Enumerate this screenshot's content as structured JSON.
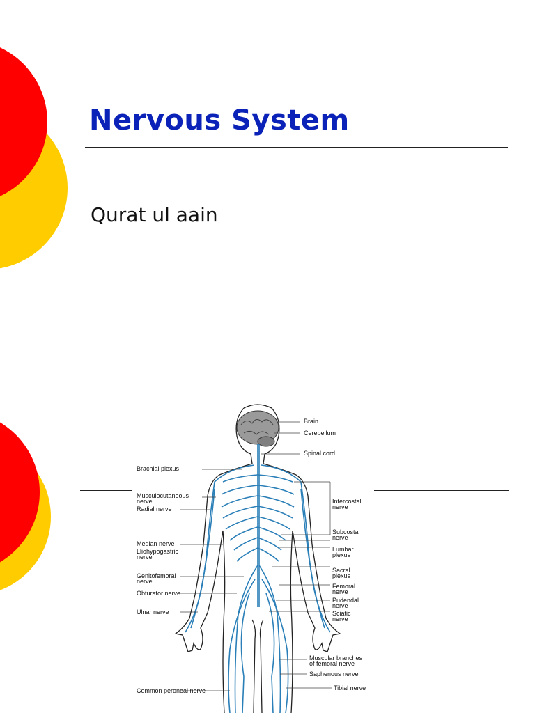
{
  "slide1": {
    "title": "Nervous System",
    "subtitle": "Qurat ul aain"
  },
  "colors": {
    "title": "#0b22b8",
    "circle_red": "#ff0000",
    "circle_yellow": "#ffcc00",
    "nerve": "#2a7fb8"
  },
  "figure": {
    "labels_left": {
      "brachial_plexus": "Brachial plexus",
      "musculocutaneous_1": "Musculocutaneous",
      "musculocutaneous_2": "nerve",
      "radial": "Radial nerve",
      "median": "Median nerve",
      "iliohypogastric_1": "Lliohypogastric",
      "iliohypogastric_2": "nerve",
      "genitofemoral_1": "Genitofemoral",
      "genitofemoral_2": "nerve",
      "obturator": "Obturator nerve",
      "ulnar": "Ulnar nerve",
      "common_peroneal": "Common peroneal nerve"
    },
    "labels_right": {
      "brain": "Brain",
      "cerebellum": "Cerebellum",
      "spinal_cord": "Spinal cord",
      "intercostal_1": "Intercostal",
      "intercostal_2": "nerve",
      "subcostal_1": "Subcostal",
      "subcostal_2": "nerve",
      "lumbar_1": "Lumbar",
      "lumbar_2": "plexus",
      "sacral_1": "Sacral",
      "sacral_2": "plexus",
      "femoral_1": "Femoral",
      "femoral_2": "nerve",
      "pudendal_1": "Pudendal",
      "pudendal_2": "nerve",
      "sciatic_1": "Sciatic",
      "sciatic_2": "nerve",
      "muscular_1": "Muscular branches",
      "muscular_2": "of femoral nerve",
      "saphenous": "Saphenous nerve",
      "tibial": "Tibial nerve"
    }
  }
}
